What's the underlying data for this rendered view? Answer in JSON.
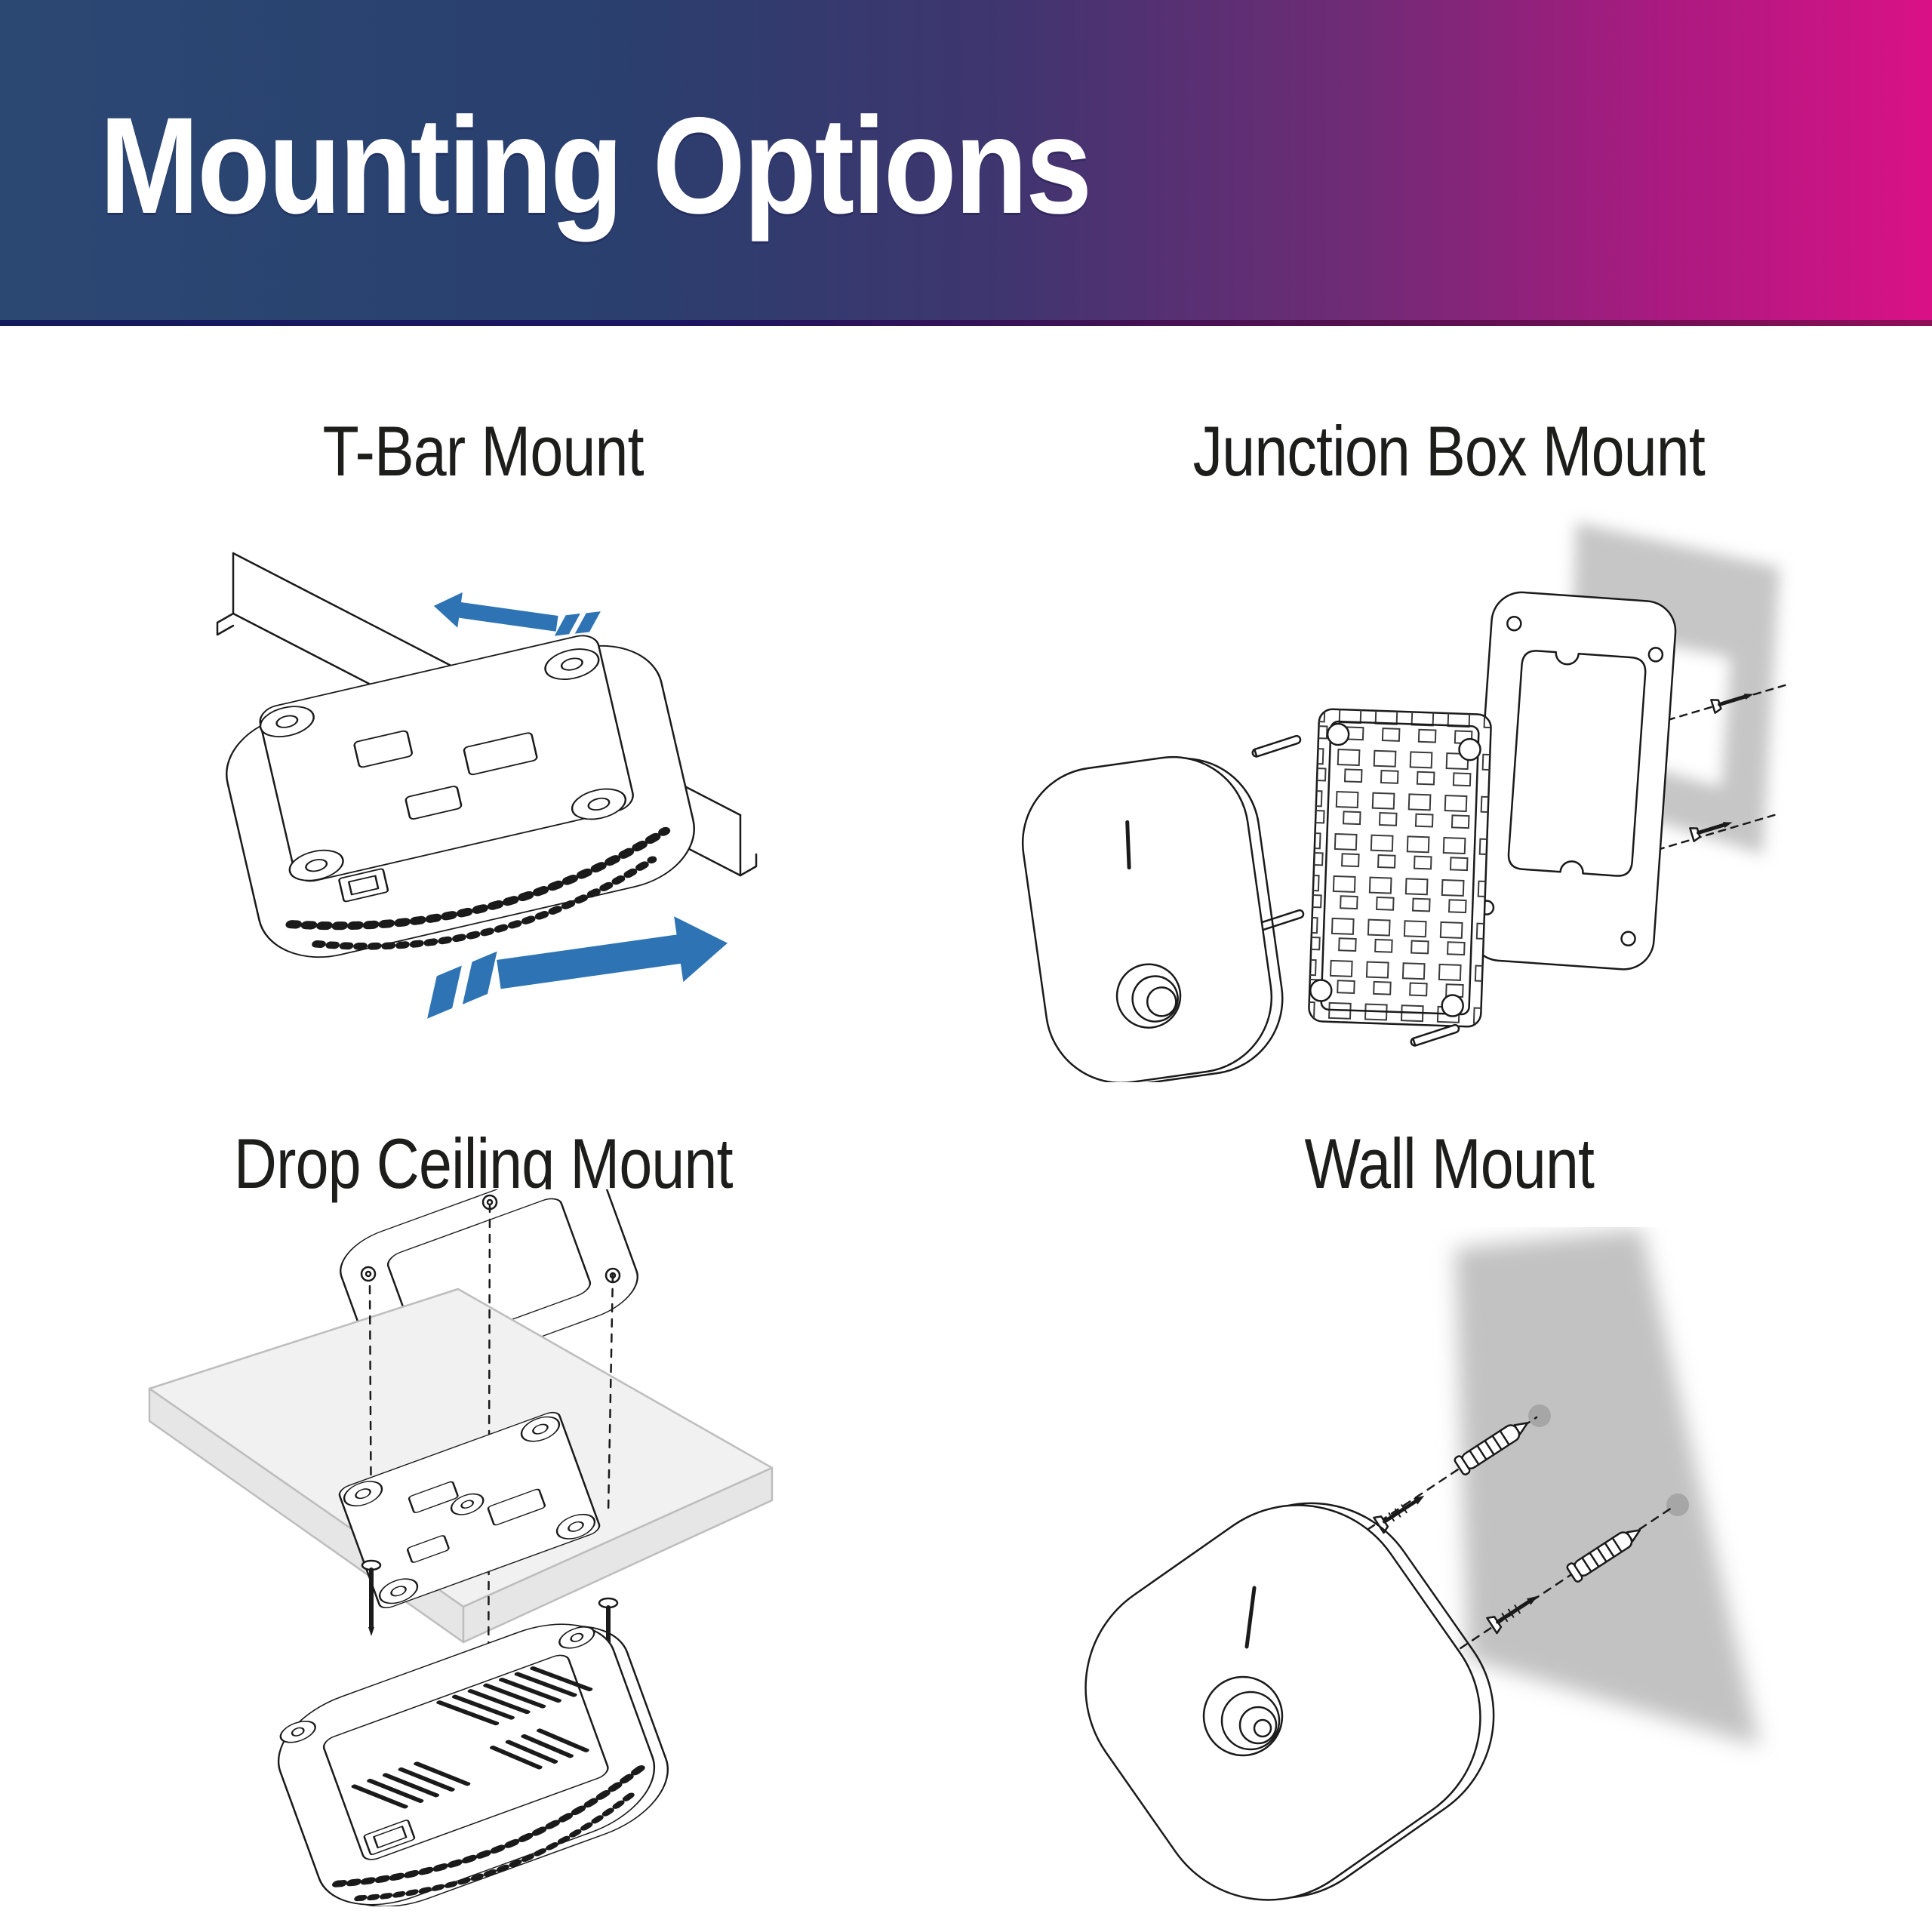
{
  "header": {
    "title": "Mounting Options",
    "gradient_left": "#2B4873",
    "gradient_mid": "#6F2B76",
    "gradient_right": "#DA1186",
    "underline_left": "#131B5C",
    "underline_right": "#8F0E59"
  },
  "sections": [
    {
      "id": "t-bar-mount",
      "label": "T-Bar Mount"
    },
    {
      "id": "junction-box-mount",
      "label": "Junction Box Mount"
    },
    {
      "id": "drop-ceiling-mount",
      "label": "Drop Ceiling Mount"
    },
    {
      "id": "wall-mount",
      "label": "Wall Mount"
    }
  ],
  "illustration_colors": {
    "line": "#1A1A1A",
    "arrow_blue": "#2E74B5",
    "shadow_gray": "#C6C6C6",
    "wall_dot_gray": "#A6A6A6",
    "tile_gray": "#F1F1F1",
    "tile_edge": "#BDBDBD"
  }
}
